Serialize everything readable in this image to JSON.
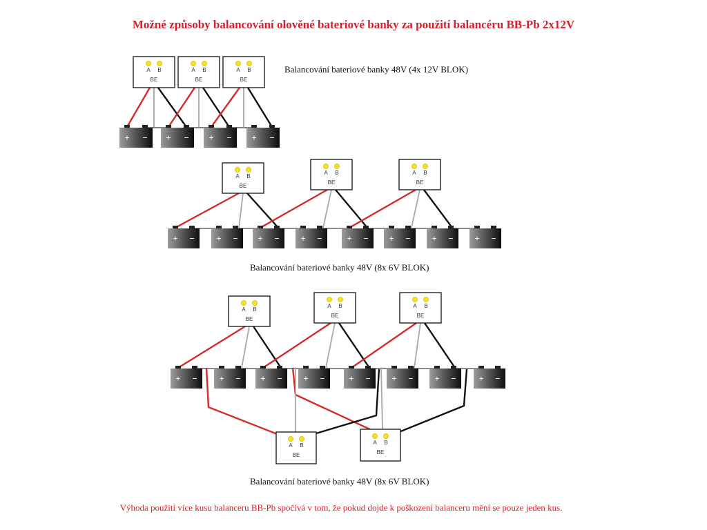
{
  "title": "Možné způsoby balancování olověné bateriové banky za použití balancéru  BB-Pb 2x12V",
  "captions": {
    "bank1": "Balancování bateriové banky 48V  (4x 12V BLOK)",
    "bank2": "Balancování bateriové banky 48V  (8x 6V BLOK)",
    "bank3": "Balancování bateriové banky 48V  (8x 6V BLOK)"
  },
  "footer": "Výhoda použití více kusu balanceru BB-Pb spočívá v tom, že pokud dojde k poškození balanceru mění se pouze jeden kus.",
  "balancer": {
    "label": "BE",
    "port_a": "A",
    "port_b": "B",
    "led_color": "#f5e21a"
  },
  "battery": {
    "plus": "+",
    "minus": "−"
  },
  "colors": {
    "positive_wire": "#d42a2a",
    "negative_wire": "#111111",
    "middle_wire": "#a8a8a8",
    "title": "#d4202a"
  }
}
